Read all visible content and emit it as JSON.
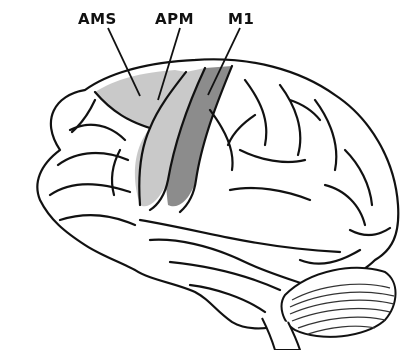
{
  "labels": {
    "ams": "AMS",
    "apm": "APM",
    "m1": "M1"
  },
  "colors": {
    "outline": "#111111",
    "ams_fill": "#c9c9c9",
    "apm_fill": "#c9c9c9",
    "m1_fill": "#8c8c8c",
    "cerebellum_stripes": "#333333"
  }
}
